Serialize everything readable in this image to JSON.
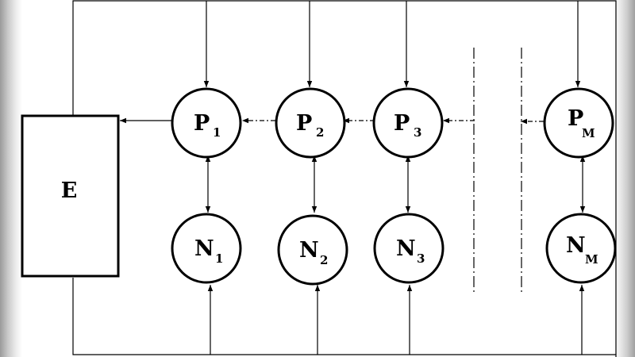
{
  "diagram": {
    "environment_label": "E",
    "p_nodes": [
      {
        "main": "P",
        "sub": "1"
      },
      {
        "main": "P",
        "sub": "2"
      },
      {
        "main": "P",
        "sub": "3"
      },
      {
        "main": "P",
        "sub": "M"
      }
    ],
    "n_nodes": [
      {
        "main": "N",
        "sub": "1"
      },
      {
        "main": "N",
        "sub": "2"
      },
      {
        "main": "N",
        "sub": "3"
      },
      {
        "main": "N",
        "sub": "M"
      }
    ]
  }
}
